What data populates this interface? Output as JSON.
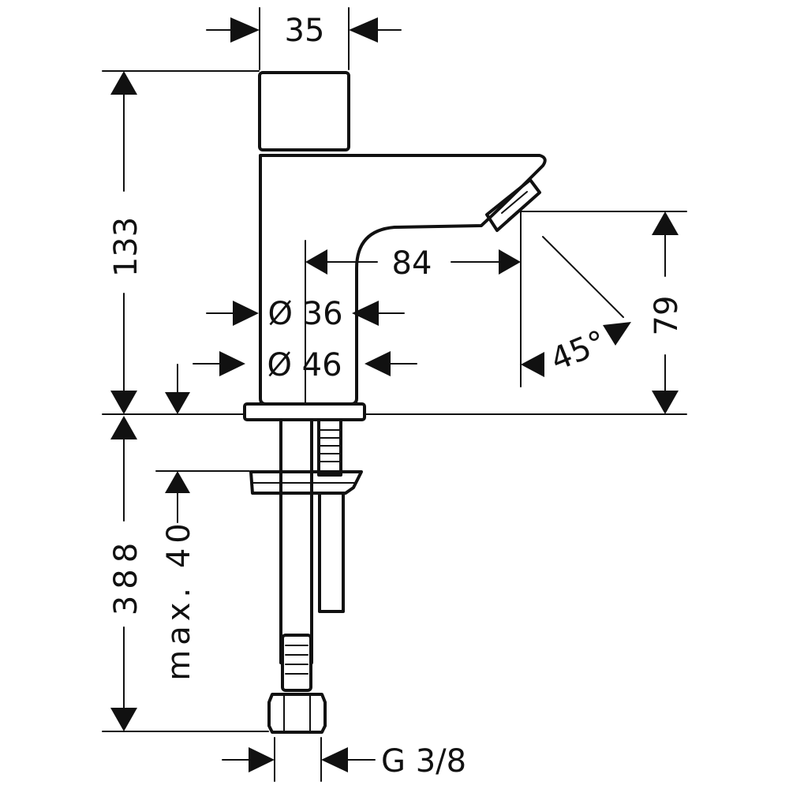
{
  "dimensions": {
    "button_width": "35",
    "upper_height": "133",
    "spout_reach": "84",
    "outlet_height": "79",
    "outlet_angle": "45°",
    "inner_diameter": "Ø 36",
    "base_diameter": "Ø 46",
    "lower_length": "388",
    "max_thickness": "max. 40",
    "thread": "G 3/8"
  },
  "colors": {
    "line": "#111111",
    "background": "#ffffff"
  }
}
